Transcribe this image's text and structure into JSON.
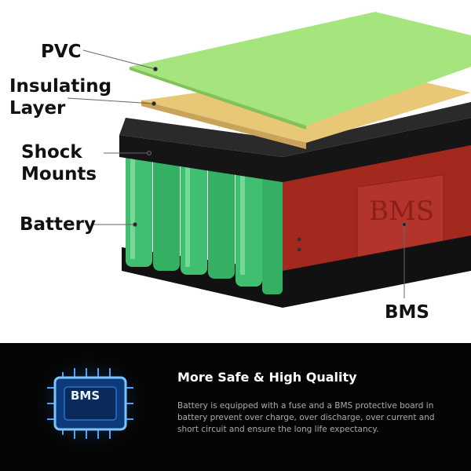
{
  "labels": {
    "pvc": "PVC",
    "insulating": "Insulating Layer",
    "insulating_1": "Insulating",
    "insulating_2": "Layer",
    "shock_1": "Shock",
    "shock_2": "Mounts",
    "battery": "Battery",
    "bms": "BMS"
  },
  "bms_embossed": "BMS",
  "chip_label": "BMS",
  "feature": {
    "title": "More Safe & High Quality",
    "description": "Battery is equipped with a fuse and a BMS protective board in battery prevent over charge, over discharge, over current and short circuit and ensure the long life expectancy."
  },
  "colors": {
    "pvc": "#a6e57e",
    "insulating": "#e8c877",
    "cell": "#3fbf6f",
    "bms_board": "#a3291f",
    "chip": "#1e7bff"
  }
}
